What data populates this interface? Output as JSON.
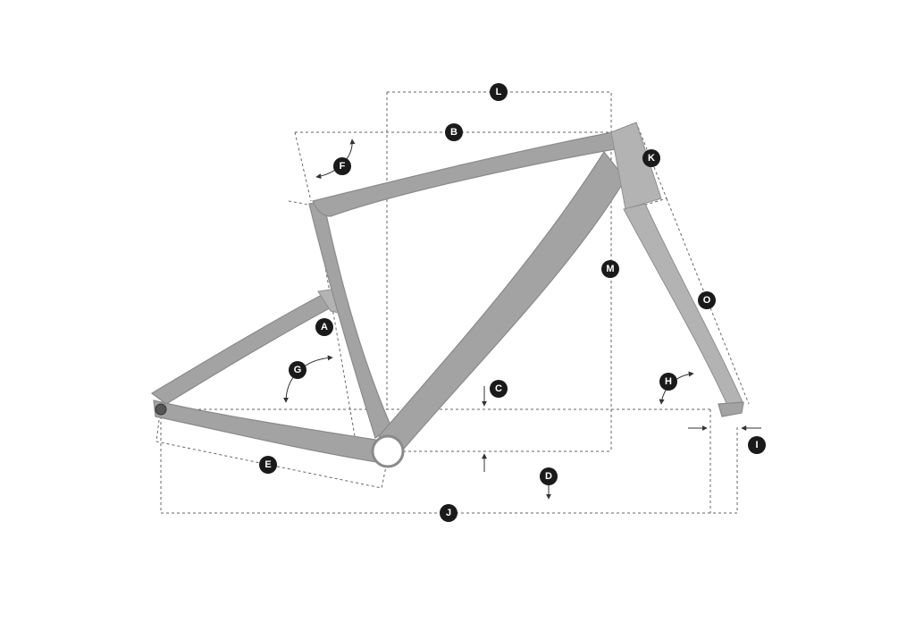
{
  "markers": {
    "A": "A",
    "B": "B",
    "C": "C",
    "D": "D",
    "E": "E",
    "F": "F",
    "G": "G",
    "H": "H",
    "I": "I",
    "J": "J",
    "K": "K",
    "L": "L",
    "M": "M",
    "O": "O"
  },
  "colors": {
    "frame": "#a3a3a3",
    "marker_fill": "#1a1a1a",
    "marker_text": "#ffffff",
    "dimension_line": "#666666"
  }
}
